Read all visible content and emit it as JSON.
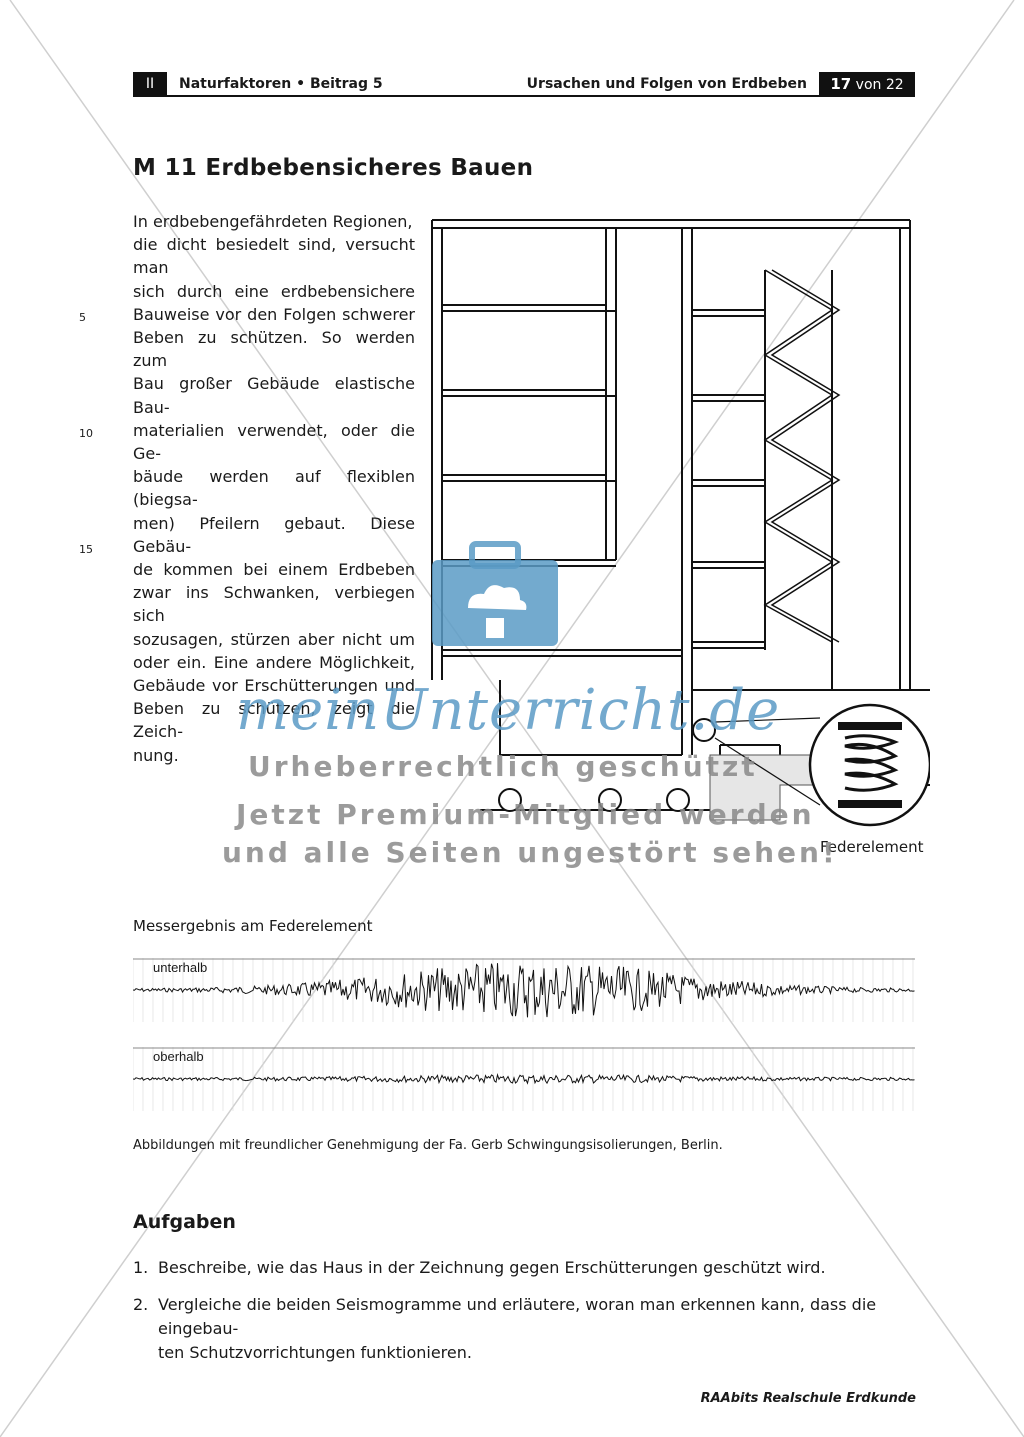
{
  "header": {
    "chapter": "II",
    "left_title": "Naturfaktoren • Beitrag 5",
    "right_title": "Ursachen und Folgen von Erdbeben",
    "page_number": "17",
    "page_of": "von 22"
  },
  "title": "M 11  Erdbebensicheres Bauen",
  "body_lines": [
    "In erdbebengefährdeten Regionen,",
    "die dicht besiedelt sind, versucht man",
    "sich durch eine erdbebensichere",
    "Bauweise vor den Folgen schwerer",
    "Beben zu schützen. So werden zum",
    "Bau großer Gebäude elastische Bau-",
    "materialien verwendet, oder die Ge-",
    "bäude werden auf flexiblen (biegsa-",
    "men) Pfeilern gebaut. Diese Gebäu-",
    "de kommen bei einem Erdbeben",
    "zwar ins Schwanken, verbiegen sich",
    "sozusagen, stürzen aber nicht um",
    "oder ein. Eine andere Möglichkeit,",
    "Gebäude vor Erschütterungen und",
    "Beben zu schützen, zeigt die Zeich-",
    "nung."
  ],
  "line_numbers": [
    "5",
    "10",
    "15"
  ],
  "figure": {
    "spring_label": "Federelement"
  },
  "watermark": {
    "brand": "meinUnterricht.de",
    "line1": "Urheberrechtlich geschützt",
    "line2": "Jetzt Premium-Mitglied werden",
    "line3": "und alle Seiten ungestört sehen!"
  },
  "seismograms": {
    "caption": "Messergebnis am Federelement",
    "below_label": "unterhalb",
    "above_label": "oberhalb"
  },
  "credit": "Abbildungen mit freundlicher Genehmigung der Fa. Gerb Schwingungsisolierungen, Berlin.",
  "tasks": {
    "heading": "Aufgaben",
    "items": [
      {
        "num": "1.",
        "text": "Beschreibe, wie das Haus in der Zeichnung gegen Erschütterungen geschützt wird."
      },
      {
        "num": "2.",
        "text_line1": "Vergleiche die beiden Seismogramme und erläutere, woran man erkennen kann, dass die eingebau-",
        "text_line2": "ten Schutzvorrichtungen funktionieren."
      }
    ]
  },
  "footer": "RAAbits Realschule Erdkunde",
  "colors": {
    "watermark_blue": "#5b9bc6",
    "watermark_gray": "#8a8a8a",
    "header_black": "#111111"
  }
}
